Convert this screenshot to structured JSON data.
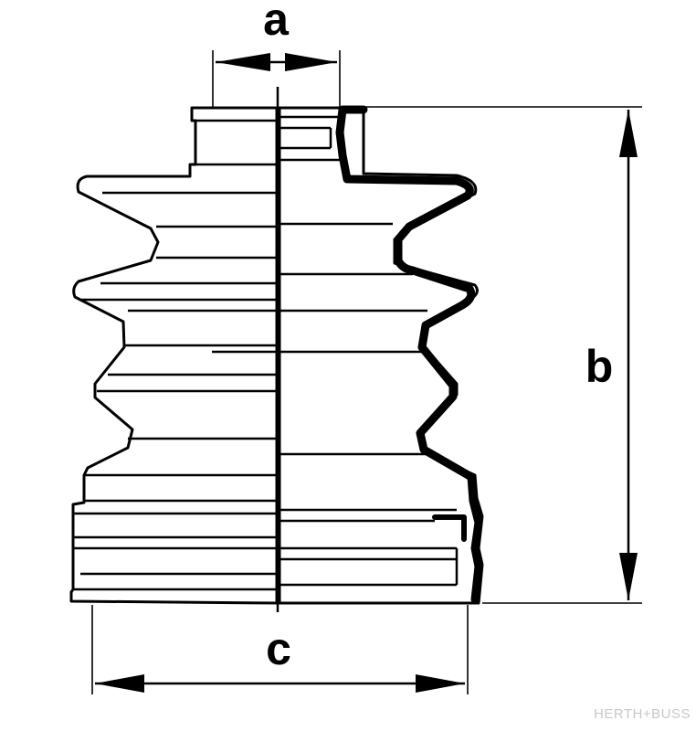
{
  "labels": {
    "a": "a",
    "b": "b",
    "c": "c"
  },
  "watermark": "HERTH+BUSS",
  "colors": {
    "ink": "#000000",
    "background": "#ffffff",
    "watermark": "#c8c8c8"
  }
}
